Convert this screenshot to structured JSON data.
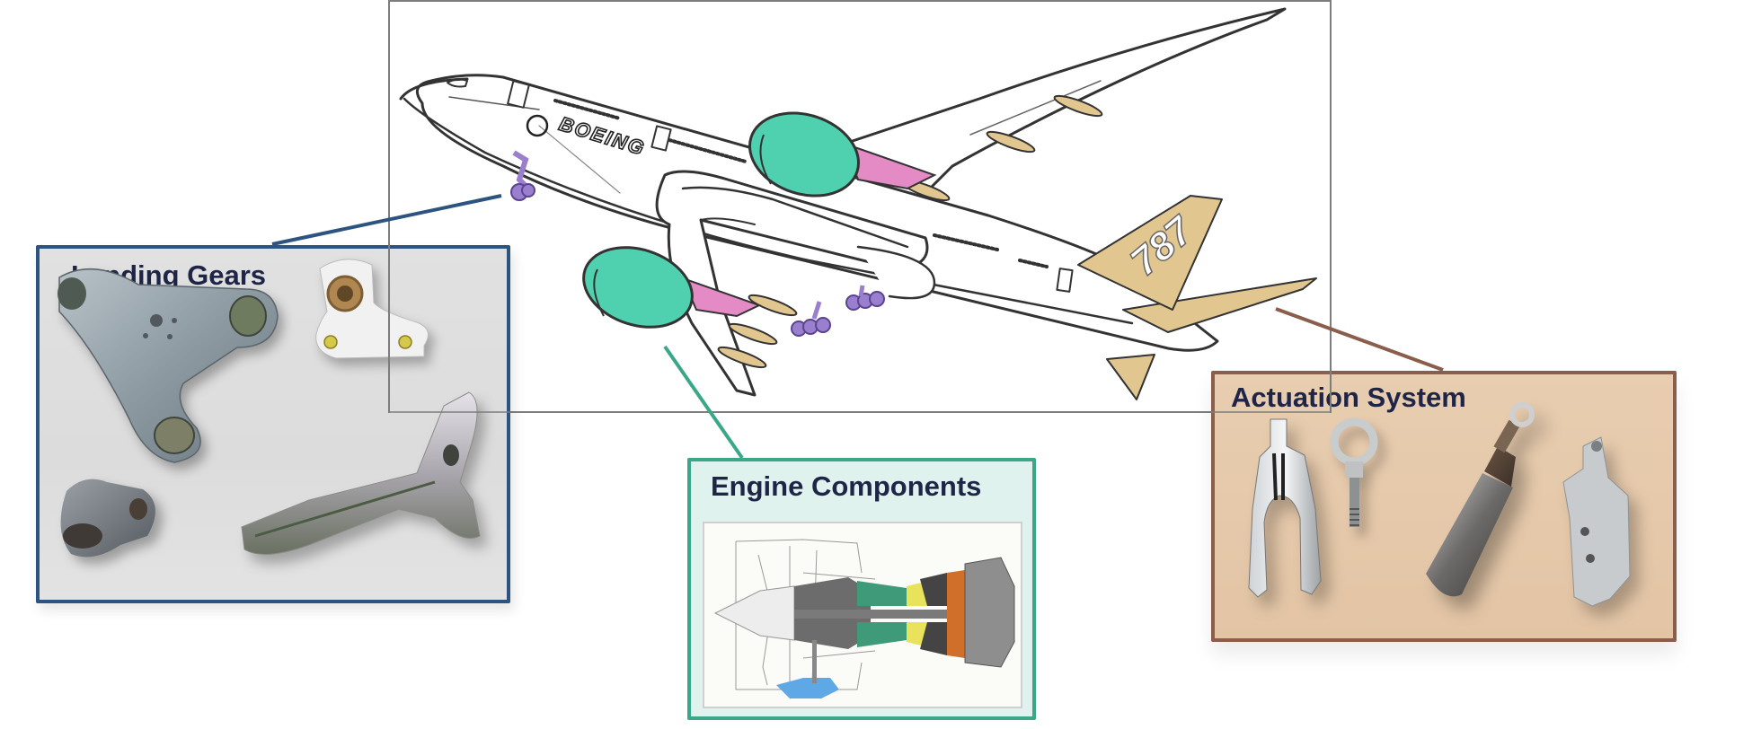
{
  "diagram": {
    "subject": "Boeing 787 aircraft components",
    "aircraft": {
      "brand_label": "BOEING",
      "tail_label": "787"
    },
    "callouts": [
      {
        "id": "landing",
        "title": "Landing Gears",
        "color": "#2d5380",
        "background": "#dedede",
        "parts": [
          "trunnion-arm",
          "bushing-bracket",
          "lug-fitting",
          "side-brace-beam"
        ]
      },
      {
        "id": "engine",
        "title": "Engine Components",
        "color": "#3aa888",
        "background": "#dff2ee",
        "parts": [
          "turbofan-cross-section"
        ]
      },
      {
        "id": "actuation",
        "title": "Actuation System",
        "color": "#8a5e4b",
        "background": "#e5c8a8",
        "parts": [
          "clevis-fork",
          "rod-end-eye-bolt",
          "hydraulic-actuator-cylinder",
          "actuator-housing"
        ]
      }
    ],
    "highlight_colors": {
      "engine_nacelle": "#4fd1b0",
      "pylon": "#e48ac4",
      "landing_gear": "#9b7fcf",
      "tail_and_fairings": "#e2c690"
    }
  }
}
